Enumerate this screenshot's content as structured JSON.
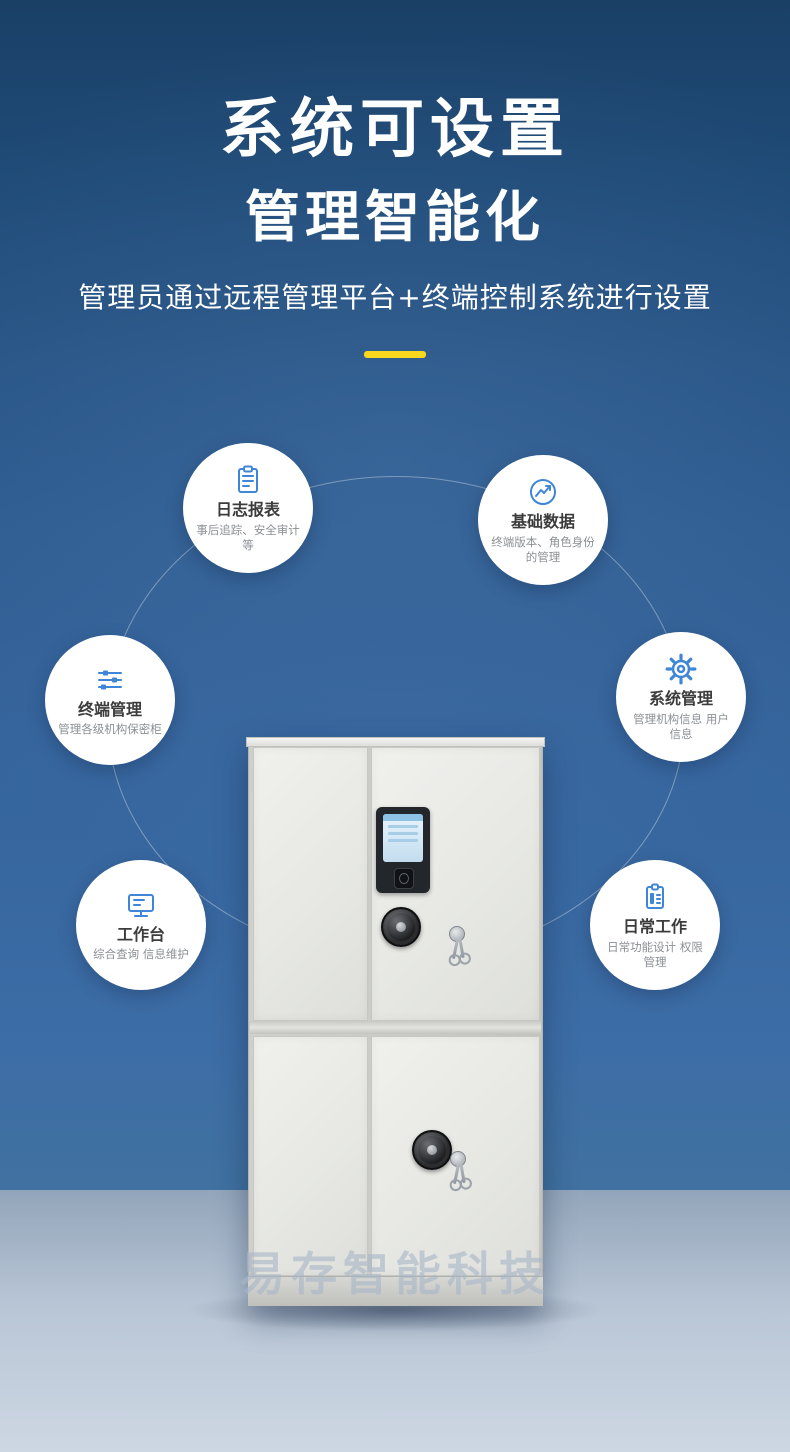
{
  "hero": {
    "title": "系统可设置",
    "subtitle": "管理智能化",
    "description": "管理员通过远程管理平台+终端控制系统进行设置"
  },
  "features": [
    {
      "icon": "report-icon",
      "title": "日志报表",
      "desc": "事后追踪、安全审计等"
    },
    {
      "icon": "data-chart-icon",
      "title": "基础数据",
      "desc": "终端版本、角色身份的管理"
    },
    {
      "icon": "sliders-icon",
      "title": "终端管理",
      "desc": "管理各级机构保密柜"
    },
    {
      "icon": "gear-icon",
      "title": "系统管理",
      "desc": "管理机构信息 用户信息"
    },
    {
      "icon": "monitor-icon",
      "title": "工作台",
      "desc": "综合查询 信息维护"
    },
    {
      "icon": "clipboard-icon",
      "title": "日常工作",
      "desc": "日常功能设计 权限管理"
    }
  ],
  "watermark": "易存智能科技",
  "colors": {
    "accent_yellow": "#f8d71e",
    "icon_blue": "#3f86d8",
    "background_top": "#1a4066",
    "background_bottom": "#41729f",
    "floor": "#cdd7e3"
  }
}
